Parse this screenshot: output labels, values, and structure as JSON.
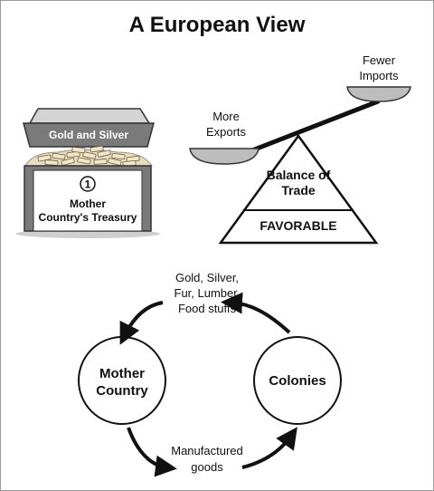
{
  "title": "A European View",
  "treasury": {
    "lid_label": "Gold and Silver",
    "number": "1",
    "label_line1": "Mother",
    "label_line2": "Country's Treasury"
  },
  "balance": {
    "left_pan_line1": "More",
    "left_pan_line2": "Exports",
    "right_pan_line1": "Fewer",
    "right_pan_line2": "Imports",
    "fulcrum_line1": "Balance of",
    "fulcrum_line2": "Trade",
    "status": "FAVORABLE"
  },
  "cycle": {
    "nodes": [
      {
        "line1": "Mother",
        "line2": "Country"
      },
      {
        "line1": "Colonies",
        "line2": ""
      }
    ],
    "top_flow": [
      "Gold, Silver,",
      "Fur, Lumber,",
      "Food stuffs"
    ],
    "bottom_flow": [
      "Manufactured",
      "goods"
    ]
  }
}
